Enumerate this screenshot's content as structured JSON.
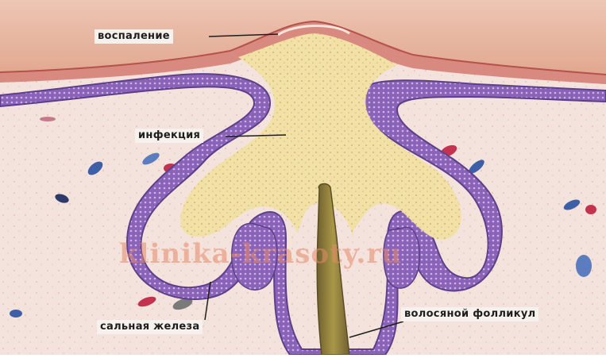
{
  "labels": {
    "inflammation": "воспаление",
    "infection": "инфекция",
    "sebaceous_gland": "сальная железа",
    "hair_follicle": "волосяной фолликул"
  },
  "watermark": "klinika-krasoty.ru",
  "colors": {
    "background": "#f3e3dc",
    "skin_surface": "#e6a98f",
    "epidermis_edge": "#b5524a",
    "epithelium": "#8a63b8",
    "epithelium_dots": "#cbb3e6",
    "pus": "#f1e1a6",
    "hair": "#8a7a3a",
    "label_bg": "#f6f1ec"
  }
}
